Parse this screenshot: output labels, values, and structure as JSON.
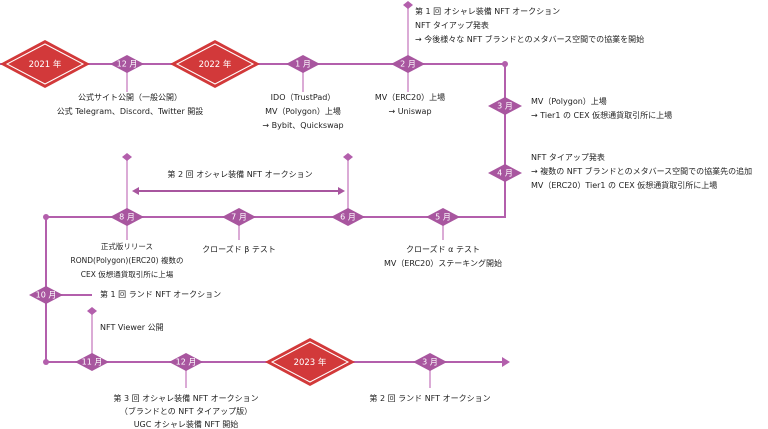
{
  "colors": {
    "line": "#b35fac",
    "milestone": "#a8569f",
    "year": "#d2393a"
  },
  "years": {
    "y2021": "2021 年",
    "y2022": "2022 年",
    "y2023": "2023 年"
  },
  "months": {
    "dec2021": "12 月",
    "jan": "1 月",
    "feb": "2 月",
    "mar": "3 月",
    "apr": "4 月",
    "may": "5 月",
    "jun": "6 月",
    "jul": "7 月",
    "aug": "8 月",
    "oct": "10 月",
    "nov": "11 月",
    "dec2022": "12 月",
    "mar2023": "3 月"
  },
  "events": {
    "dec2021": [
      "公式サイト公開（一般公開）",
      "公式 Telegram、Discord、Twitter 開設"
    ],
    "jan": [
      "IDO（TrustPad）",
      "MV（Polygon）上場",
      "→ Bybit、Quickswap"
    ],
    "feb_below": [
      "MV（ERC20）上場",
      "→ Uniswap"
    ],
    "feb_above": [
      "第 1 回 オシャレ装備 NFT オークション",
      "NFT タイアップ発表",
      "→ 今後様々な NFT ブランドとのメタバース空間での協業を開始"
    ],
    "mar": [
      "MV（Polygon）上場",
      "→ Tier1 の CEX 仮想通貨取引所に上場"
    ],
    "apr": [
      "NFT タイアップ発表",
      "→ 複数の NFT ブランドとのメタバース空間での協業先の追加",
      "MV（ERC20）Tier1 の CEX 仮想通貨取引所に上場"
    ],
    "auction2": "第 2 回 オシャレ装備 NFT オークション",
    "may": [
      "クローズド α テスト",
      "MV（ERC20）ステーキング開始"
    ],
    "jul": "クローズド β テスト",
    "aug": [
      "正式版リリース",
      "ROND(Polygon)(ERC20) 複数の",
      "CEX 仮想通貨取引所に上場"
    ],
    "oct": "第 1 回 ランド NFT オークション",
    "nov": "NFT Viewer 公開",
    "dec2022": [
      "第 3 回 オシャレ装備 NFT オークション",
      "（ブランドとの NFT タイアップ版）",
      "UGC オシャレ装備 NFT 開始"
    ],
    "mar2023": "第 2 回 ランド NFT オークション"
  }
}
